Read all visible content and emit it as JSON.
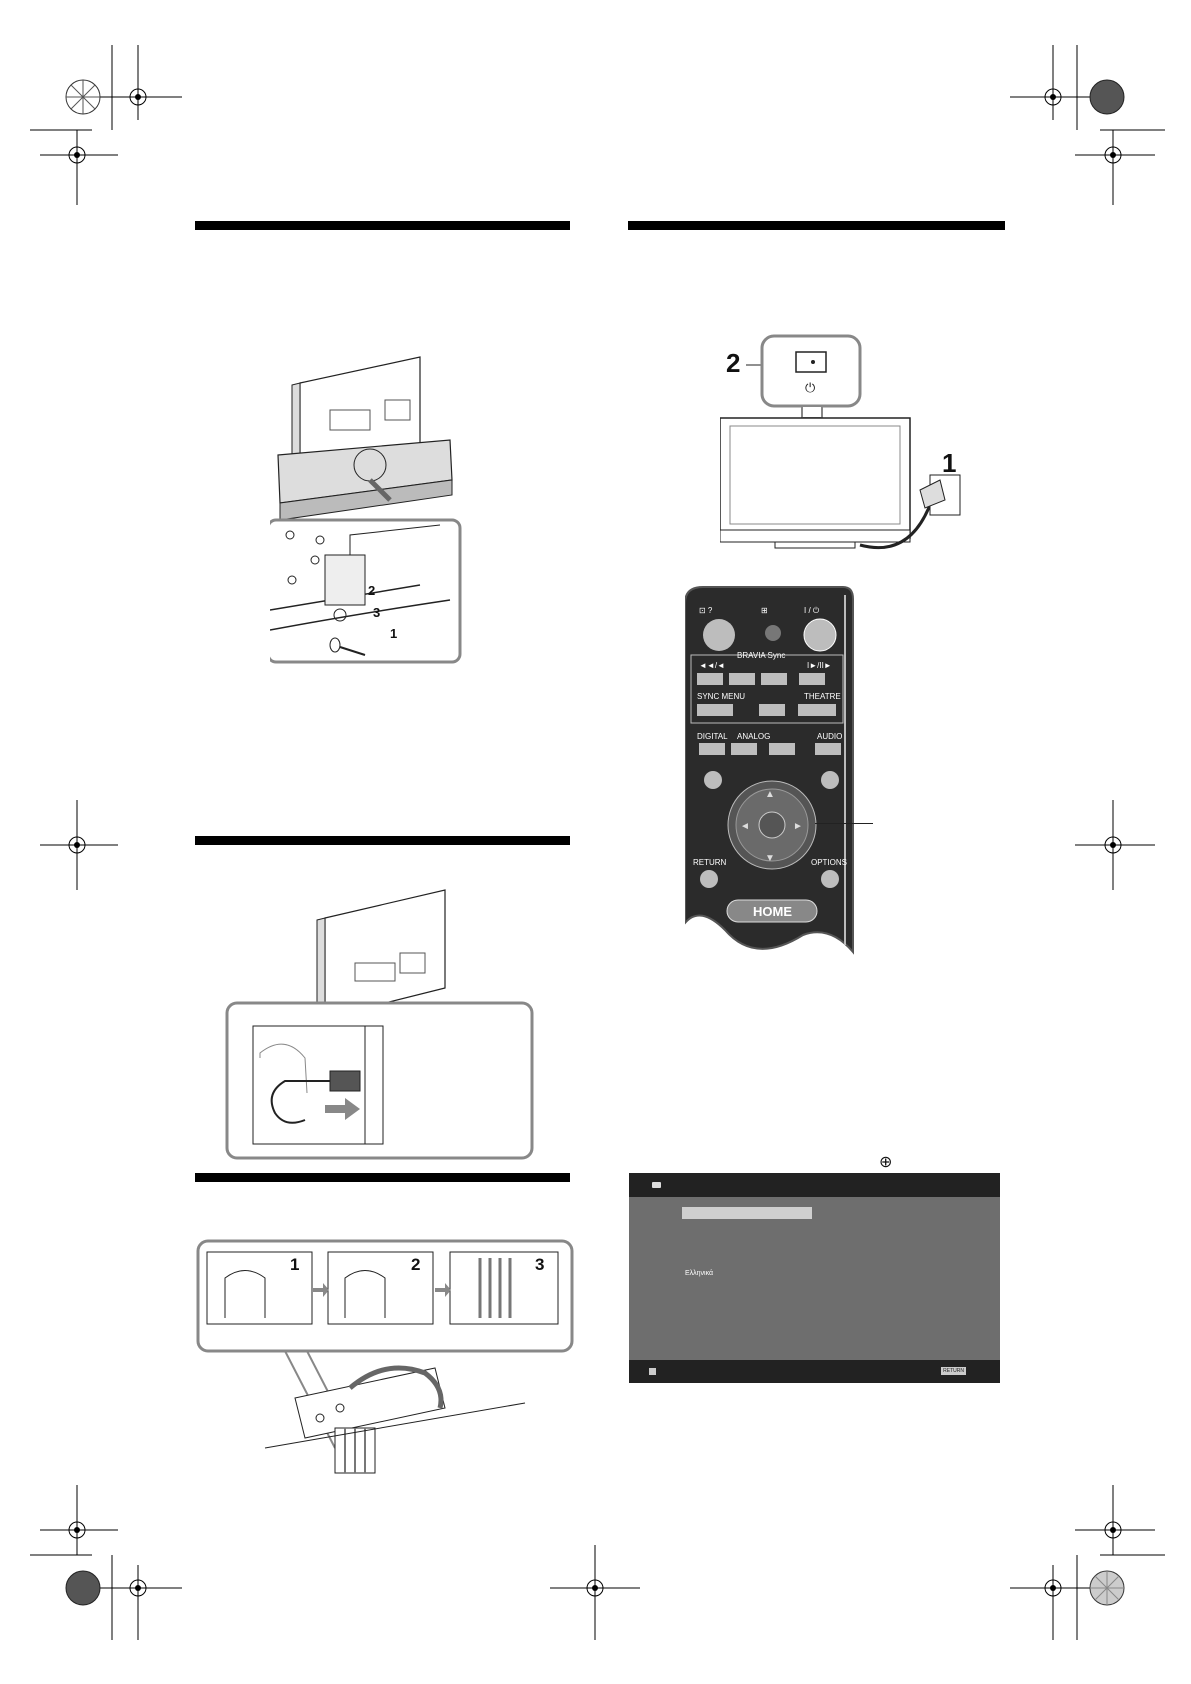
{
  "colors": {
    "ink": "#111111",
    "rule": "#000000",
    "remote_body": "#2b2b2b",
    "osd_bar": "#222222",
    "osd_bg": "#6e6e6e",
    "illustration_gray": "#bdbdbd"
  },
  "stand_figure": {
    "callouts": [
      "2",
      "3",
      "1"
    ]
  },
  "tv_power_figure": {
    "callouts": [
      "2",
      "1"
    ],
    "power_symbol": "⏻"
  },
  "remote": {
    "top_buttons": [
      "⊡ ?",
      "⊞",
      "I / ⏻"
    ],
    "bravia_sync": "BRAVIA Sync",
    "transport_labels": [
      "◄◄/◄",
      "I►/II►"
    ],
    "sync_menu": "SYNC MENU",
    "theatre": "THEATRE",
    "digital": "DIGITAL",
    "analog": "ANALOG",
    "audio": "AUDIO",
    "return": "RETURN",
    "options": "OPTIONS",
    "home": "HOME"
  },
  "cable_tie_figure": {
    "steps": [
      "1",
      "2",
      "3"
    ]
  },
  "enter_icon": "⊕",
  "osd_screen": {
    "language_item": "Ελληνικά",
    "return_badge": "RETURN"
  }
}
